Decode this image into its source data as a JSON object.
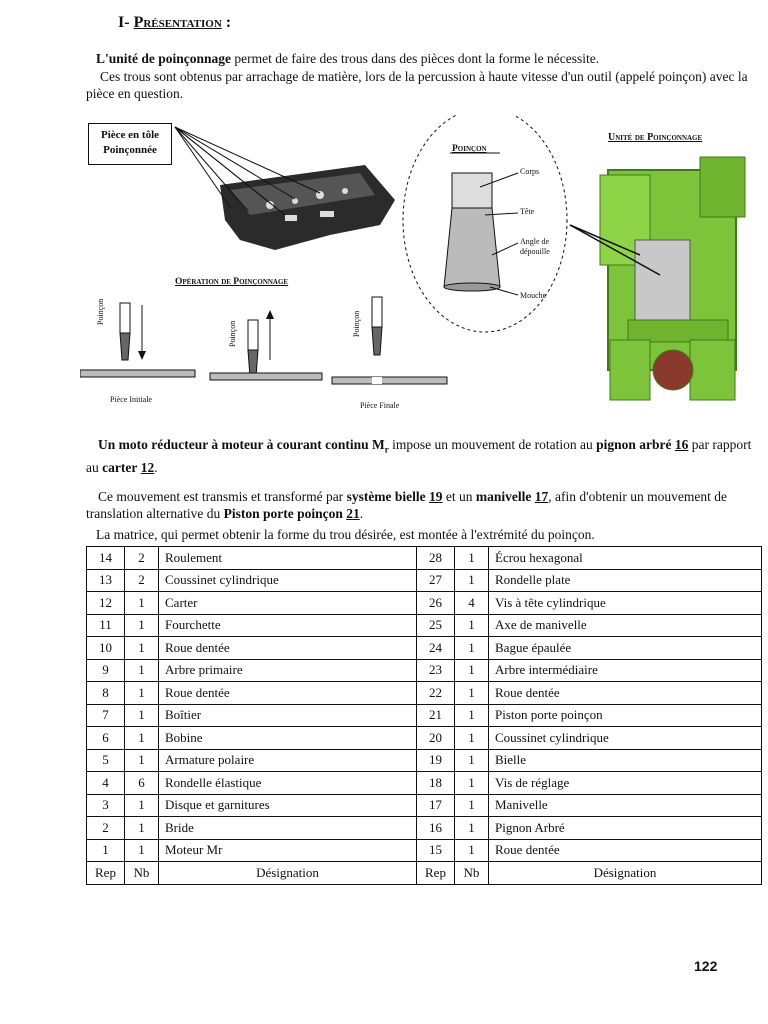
{
  "heading": {
    "number": "I-",
    "title": "Présentation",
    "colon": ":"
  },
  "intro": {
    "p1_bold": "L'unité de poinçonnage",
    "p1_rest": " permet de faire des trous dans des pièces dont la forme le nécessite.",
    "p2": "Ces trous sont obtenus par arrachage de matière, lors de la percussion à haute vitesse d'un outil (appelé poinçon) avec la pièce en question."
  },
  "figure": {
    "piece_label_line1": "Pièce en tôle",
    "piece_label_line2": "Poinçonnée",
    "operation_title": "Opération de Poinçonnage",
    "poincon_vertical": "Poinçon",
    "piece_initiale": "Pièce Initiale",
    "piece_finale": "Pièce Finale",
    "poincon_title": "Poinçon",
    "corps": "Corps",
    "tete": "Tête",
    "angle_line1": "Angle de",
    "angle_line2": "dépouille",
    "mouche": "Mouche",
    "unit_title": "Unité de Poinçonnage",
    "machine_color": "#7ec43a",
    "machine_dark": "#3f7a1a"
  },
  "body": {
    "p3_a": "Un moto réducteur à moteur à courant continu M",
    "p3_sub": "r",
    "p3_b": " impose un mouvement de rotation au ",
    "p3_bold1": "pignon arbré",
    "p3_num1": "16",
    "p3_c": " par rapport au ",
    "p3_bold2": "carter",
    "p3_num2": "12",
    "p3_end": ".",
    "p4_a": "Ce mouvement est transmis et transformé par ",
    "p4_bold1": "système bielle",
    "p4_num1": "19",
    "p4_b": " et un ",
    "p4_bold2": "manivelle",
    "p4_num2": "17",
    "p4_c": ", afin d'obtenir un mouvement de translation alternative du ",
    "p4_bold3": "Piston porte poinçon",
    "p4_num3": "21",
    "p4_end": ".",
    "p5": "La matrice, qui permet obtenir la forme du trou désirée, est montée à l'extrémité du poinçon."
  },
  "table": {
    "header": {
      "rep": "Rep",
      "nb": "Nb",
      "designation": "Désignation"
    },
    "left": [
      {
        "rep": "14",
        "nb": "2",
        "des": "Roulement"
      },
      {
        "rep": "13",
        "nb": "2",
        "des": "Coussinet cylindrique"
      },
      {
        "rep": "12",
        "nb": "1",
        "des": "Carter"
      },
      {
        "rep": "11",
        "nb": "1",
        "des": "Fourchette"
      },
      {
        "rep": "10",
        "nb": "1",
        "des": "Roue dentée"
      },
      {
        "rep": "9",
        "nb": "1",
        "des": "Arbre primaire"
      },
      {
        "rep": "8",
        "nb": "1",
        "des": "Roue dentée"
      },
      {
        "rep": "7",
        "nb": "1",
        "des": "Boîtier"
      },
      {
        "rep": "6",
        "nb": "1",
        "des": "Bobine"
      },
      {
        "rep": "5",
        "nb": "1",
        "des": "Armature polaire"
      },
      {
        "rep": "4",
        "nb": "6",
        "des": "Rondelle élastique"
      },
      {
        "rep": "3",
        "nb": "1",
        "des": "Disque et garnitures"
      },
      {
        "rep": "2",
        "nb": "1",
        "des": "Bride"
      },
      {
        "rep": "1",
        "nb": "1",
        "des": "Moteur Mr"
      }
    ],
    "right": [
      {
        "rep": "28",
        "nb": "1",
        "des": "Écrou hexagonal"
      },
      {
        "rep": "27",
        "nb": "1",
        "des": "Rondelle plate"
      },
      {
        "rep": "26",
        "nb": "4",
        "des": "Vis à tête cylindrique"
      },
      {
        "rep": "25",
        "nb": "1",
        "des": "Axe de manivelle"
      },
      {
        "rep": "24",
        "nb": "1",
        "des": "Bague épaulée"
      },
      {
        "rep": "23",
        "nb": "1",
        "des": "Arbre intermédiaire"
      },
      {
        "rep": "22",
        "nb": "1",
        "des": "Roue dentée"
      },
      {
        "rep": "21",
        "nb": "1",
        "des": "Piston porte poinçon"
      },
      {
        "rep": "20",
        "nb": "1",
        "des": "Coussinet cylindrique"
      },
      {
        "rep": "19",
        "nb": "1",
        "des": "Bielle"
      },
      {
        "rep": "18",
        "nb": "1",
        "des": "Vis de réglage"
      },
      {
        "rep": "17",
        "nb": "1",
        "des": "Manivelle"
      },
      {
        "rep": "16",
        "nb": "1",
        "des": "Pignon Arbré"
      },
      {
        "rep": "15",
        "nb": "1",
        "des": "Roue dentée"
      }
    ]
  },
  "page_number": "122"
}
